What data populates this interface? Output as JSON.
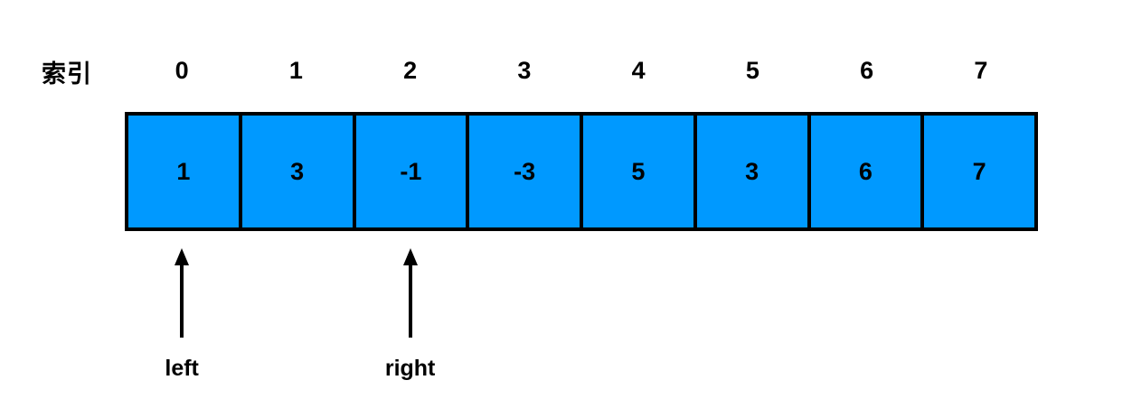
{
  "diagram": {
    "index_label": "索引",
    "indices": [
      "0",
      "1",
      "2",
      "3",
      "4",
      "5",
      "6",
      "7"
    ],
    "values": [
      "1",
      "3",
      "-1",
      "-3",
      "5",
      "3",
      "6",
      "7"
    ],
    "colors": {
      "cell_fill": "#0099FF",
      "border": "#000000",
      "text": "#000000",
      "background": "#FFFFFF"
    },
    "pointers": [
      {
        "label": "left",
        "index": 0
      },
      {
        "label": "right",
        "index": 2
      }
    ]
  }
}
